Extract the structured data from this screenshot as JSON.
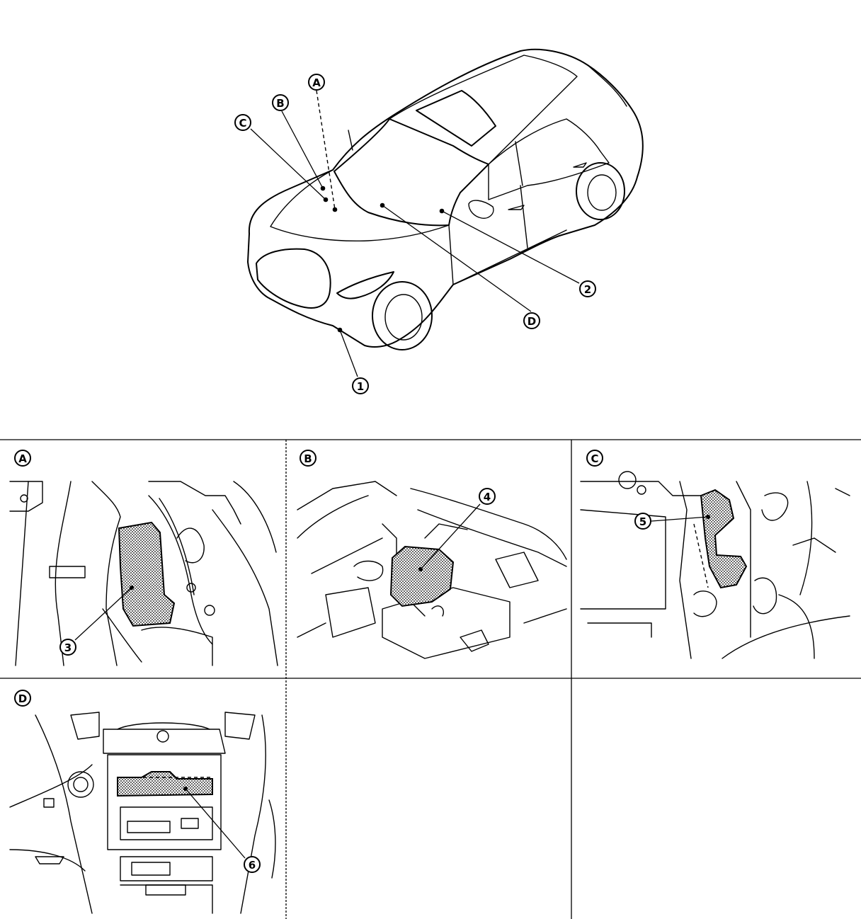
{
  "overview": {
    "callouts": [
      {
        "id": "1",
        "label": "1"
      },
      {
        "id": "2",
        "label": "2"
      },
      {
        "id": "A",
        "label": "A"
      },
      {
        "id": "B",
        "label": "B"
      },
      {
        "id": "C",
        "label": "C"
      },
      {
        "id": "D",
        "label": "D"
      }
    ]
  },
  "panels": [
    {
      "letter": "A",
      "part_label": "3"
    },
    {
      "letter": "B",
      "part_label": "4"
    },
    {
      "letter": "C",
      "part_label": "5"
    },
    {
      "letter": "D",
      "part_label": "6"
    }
  ]
}
